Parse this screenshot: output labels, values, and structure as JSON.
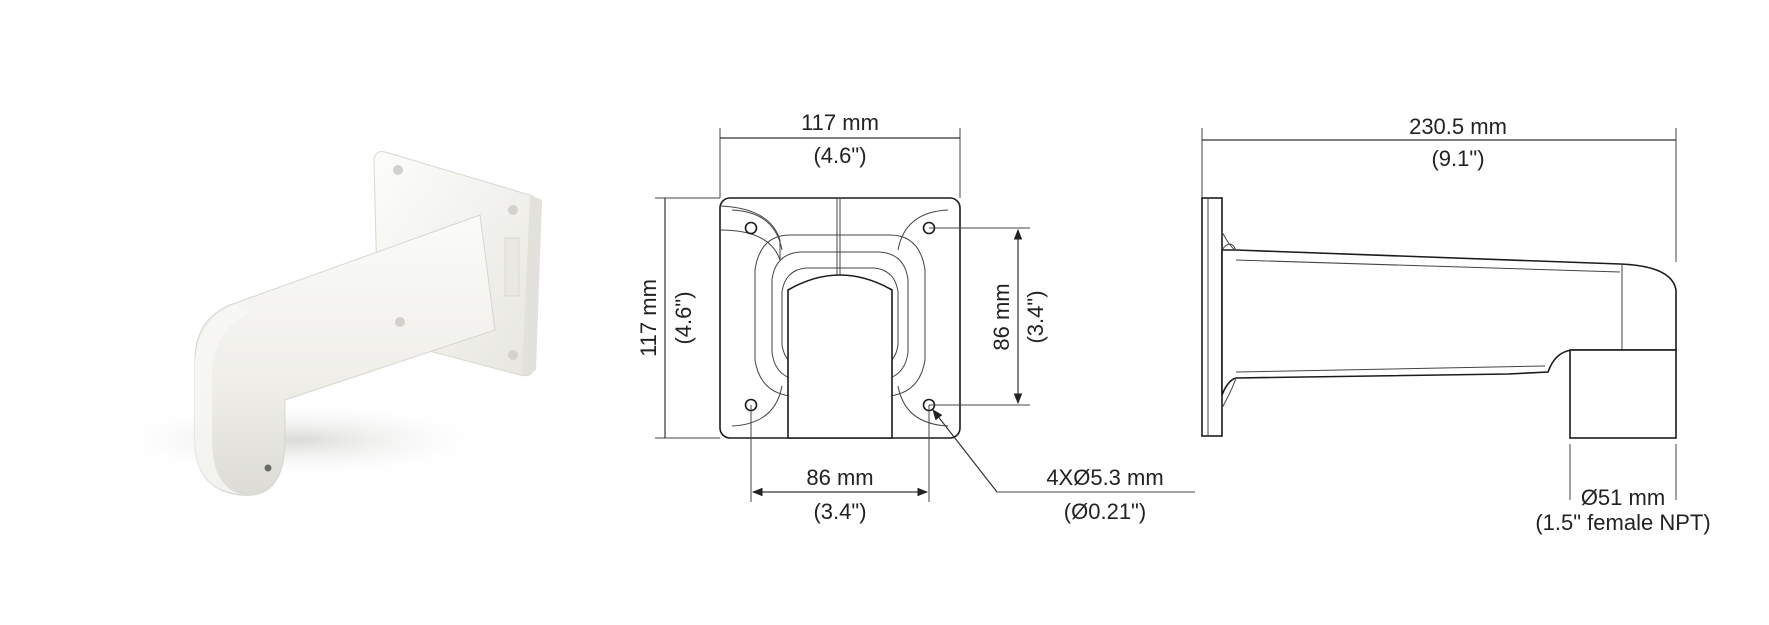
{
  "front_view": {
    "width_mm": "117 mm",
    "width_in": "(4.6\")",
    "height_mm": "117 mm",
    "height_in": "(4.6\")",
    "hole_vertical_mm": "86 mm",
    "hole_vertical_in": "(3.4\")",
    "hole_horizontal_mm": "86 mm",
    "hole_horizontal_in": "(3.4\")",
    "hole_diameter_mm": "4XØ5.3 mm",
    "hole_diameter_in": "(Ø0.21\")"
  },
  "side_view": {
    "length_mm": "230.5 mm",
    "length_in": "(9.1\")",
    "thread_mm": "Ø51 mm",
    "thread_in": "(1.5\" female NPT)"
  },
  "colors": {
    "line": "#1b1b1b",
    "product": "#f1f0ec"
  }
}
